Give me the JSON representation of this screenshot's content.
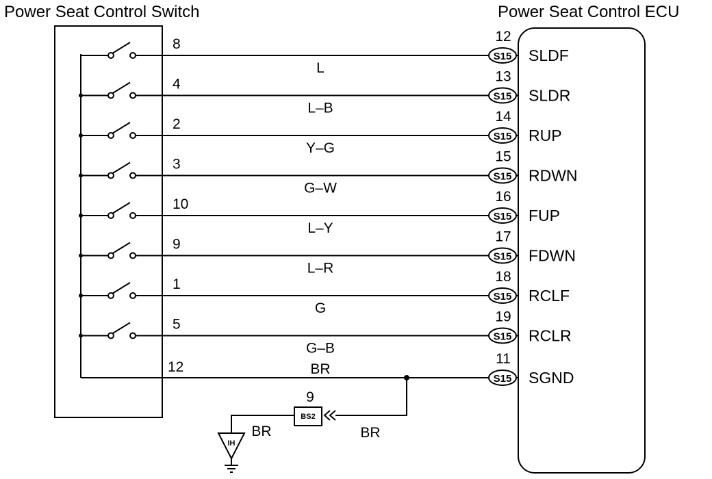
{
  "switch_title": "Power Seat Control Switch",
  "ecu_title": "Power Seat Control ECU",
  "connector_code": "S15",
  "circuits": [
    {
      "switch_pin": "8",
      "wire_color": "L",
      "ecu_pin": "12",
      "signal": "SLDF"
    },
    {
      "switch_pin": "4",
      "wire_color": "L–B",
      "ecu_pin": "13",
      "signal": "SLDR"
    },
    {
      "switch_pin": "2",
      "wire_color": "Y–G",
      "ecu_pin": "14",
      "signal": "RUP"
    },
    {
      "switch_pin": "3",
      "wire_color": "G–W",
      "ecu_pin": "15",
      "signal": "RDWN"
    },
    {
      "switch_pin": "10",
      "wire_color": "L–Y",
      "ecu_pin": "16",
      "signal": "FUP"
    },
    {
      "switch_pin": "9",
      "wire_color": "L–R",
      "ecu_pin": "17",
      "signal": "FDWN"
    },
    {
      "switch_pin": "1",
      "wire_color": "G",
      "ecu_pin": "18",
      "signal": "RCLF"
    },
    {
      "switch_pin": "5",
      "wire_color": "G–B",
      "ecu_pin": "19",
      "signal": "RCLR"
    }
  ],
  "ground_circuit": {
    "switch_pin": "12",
    "wire_color": "BR",
    "ecu_pin": "11",
    "signal": "SGND"
  },
  "ground_connector": {
    "pin": "9",
    "code": "BS2",
    "wire_color_left": "BR",
    "wire_color_right": "BR"
  },
  "ground_point": {
    "code": "IH"
  }
}
